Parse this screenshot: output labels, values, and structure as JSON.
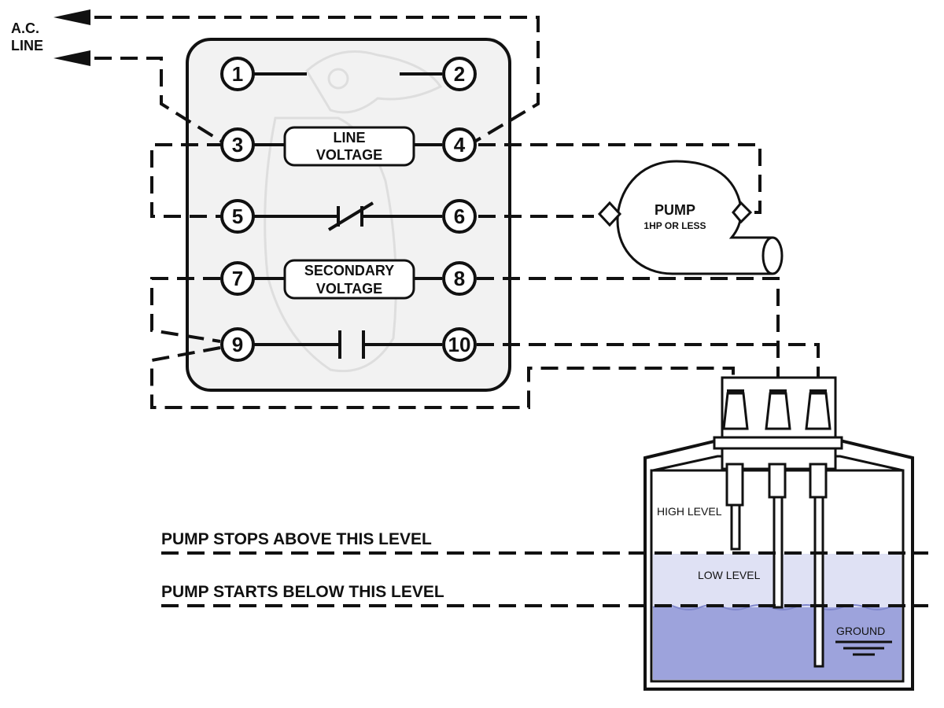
{
  "ac_line_label": [
    "A.C.",
    "LINE"
  ],
  "terminals": [
    "1",
    "2",
    "3",
    "4",
    "5",
    "6",
    "7",
    "8",
    "9",
    "10"
  ],
  "line_voltage_label": [
    "LINE",
    "VOLTAGE"
  ],
  "secondary_voltage_label": [
    "SECONDARY",
    "VOLTAGE"
  ],
  "pump": {
    "title": "PUMP",
    "subtitle": "1HP OR LESS"
  },
  "probes": {
    "high": "HIGH LEVEL",
    "low": "LOW LEVEL",
    "ground": "GROUND"
  },
  "levels": {
    "stop": "PUMP STOPS ABOVE THIS LEVEL",
    "start": "PUMP STARTS BELOW THIS LEVEL"
  },
  "colors": {
    "water_light": "#dfe1f4",
    "water_dark": "#9da3dc",
    "panel": "#f2f2f2",
    "ink": "#111111"
  }
}
